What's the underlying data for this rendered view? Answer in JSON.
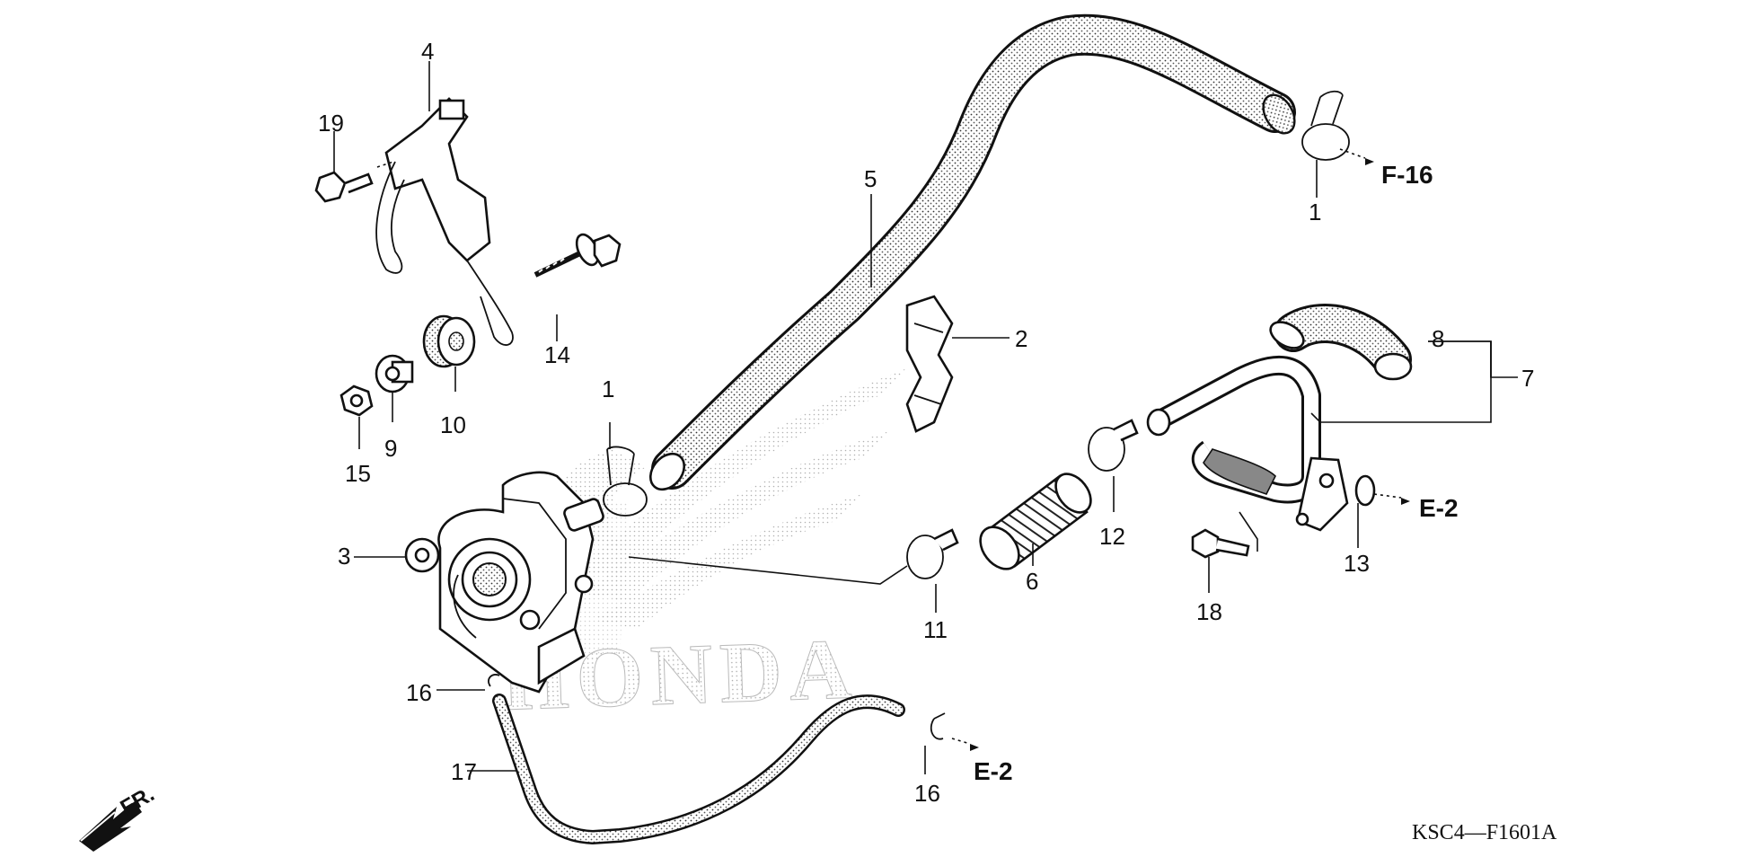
{
  "callouts": {
    "c1a": "1",
    "c1b": "1",
    "c2": "2",
    "c3": "3",
    "c4": "4",
    "c5": "5",
    "c6": "6",
    "c7": "7",
    "c8": "8",
    "c9": "9",
    "c10": "10",
    "c11": "11",
    "c12": "12",
    "c13": "13",
    "c14": "14",
    "c15": "15",
    "c16a": "16",
    "c16b": "16",
    "c17": "17",
    "c18": "18",
    "c19": "19"
  },
  "references": {
    "f16": "F-16",
    "e2a": "E-2",
    "e2b": "E-2"
  },
  "watermark": "HONDA",
  "front_label": "FR.",
  "diagram_code": "KSC4—F1601A"
}
